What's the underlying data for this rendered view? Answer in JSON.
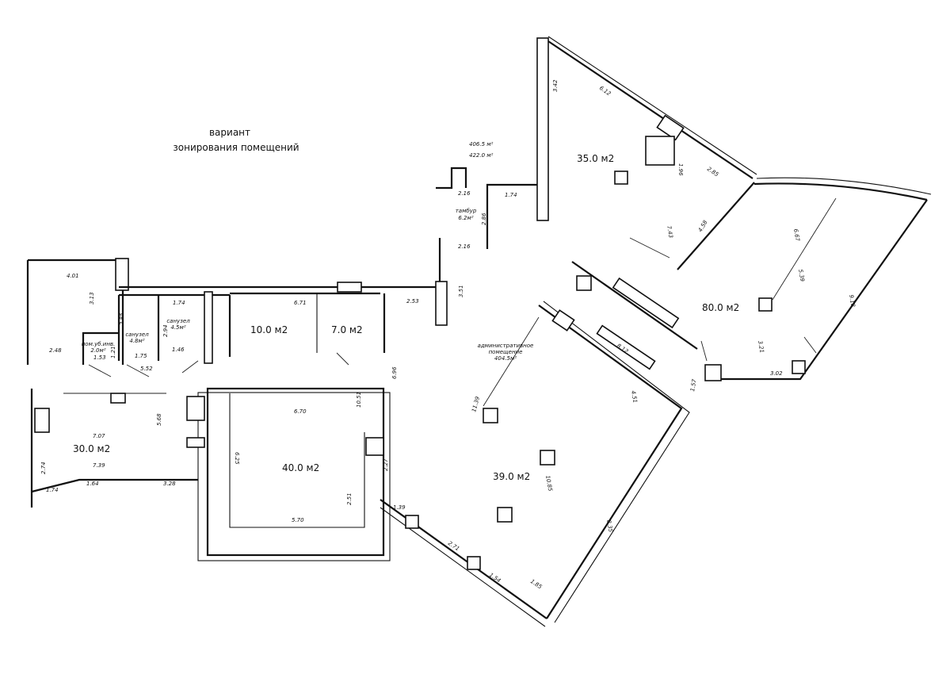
{
  "title": {
    "line1": "вариант",
    "line2": "зонирования помещений"
  },
  "totals": {
    "area1": "406.5 м²",
    "area2": "422.0 м²"
  },
  "rooms": {
    "r35": "35.0 м2",
    "r80": "80.0 м2",
    "r10": "10.0 м2",
    "r7": "7.0 м2",
    "r30": "30.0 м2",
    "r40": "40.0 м2",
    "r39": "39.0 м2"
  },
  "labels": {
    "admin": [
      "административное",
      "помещение",
      "404.5м²"
    ],
    "vestibule": [
      "тамбур",
      "6.2м²"
    ],
    "wc1": [
      "санузел",
      "4.8м²"
    ],
    "wc2": [
      "санузел",
      "4.5м²"
    ],
    "storage": [
      "пом.уб.инв.",
      "2.0м²"
    ]
  },
  "dims": [
    "4.01",
    "3.13",
    "2.48",
    "2.85",
    "1.74",
    "2.94",
    "1.75",
    "1.46",
    "1.53",
    "1.21",
    "5.52",
    "6.71",
    "2.53",
    "3.51",
    "2.16",
    "1.74",
    "2.86",
    "2.16",
    "3.42",
    "6.12",
    "1.96",
    "2.85",
    "7.43",
    "4.58",
    "6.67",
    "5.39",
    "9.18",
    "3.21",
    "3.02",
    "1.57",
    "8.12",
    "4.51",
    "6.96",
    "10.51",
    "11.39",
    "6.70",
    "5.68",
    "7.07",
    "7.39",
    "2.74",
    "1.74",
    "1.64",
    "3.28",
    "6.25",
    "2.51",
    "2.27",
    "5.70",
    "1.39",
    "10.85",
    "8.35",
    "2.71",
    "1.54",
    "1.85"
  ]
}
